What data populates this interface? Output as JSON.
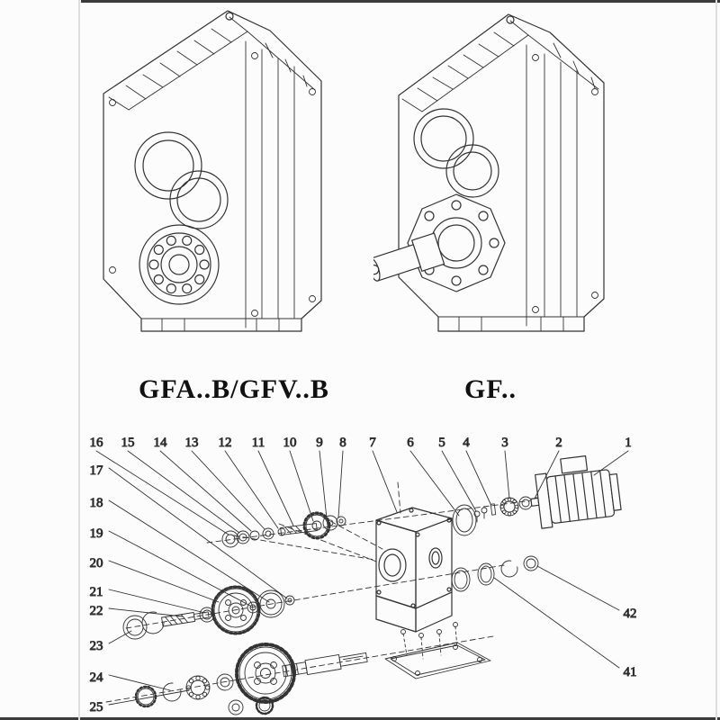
{
  "page": {
    "bg": "#fcfcfc",
    "line_color": "#333333"
  },
  "models": {
    "left_label": "GFA..B/GFV..B",
    "right_label": "GF.."
  },
  "exploded": {
    "top_callouts": [
      "16",
      "15",
      "14",
      "13",
      "12",
      "11",
      "10",
      "9",
      "8",
      "7",
      "6",
      "5",
      "4",
      "3",
      "2",
      "1"
    ],
    "left_callouts": [
      "17",
      "18",
      "19",
      "20",
      "21",
      "22",
      "23",
      "24",
      "25"
    ],
    "right_callouts": [
      "42",
      "41"
    ]
  }
}
